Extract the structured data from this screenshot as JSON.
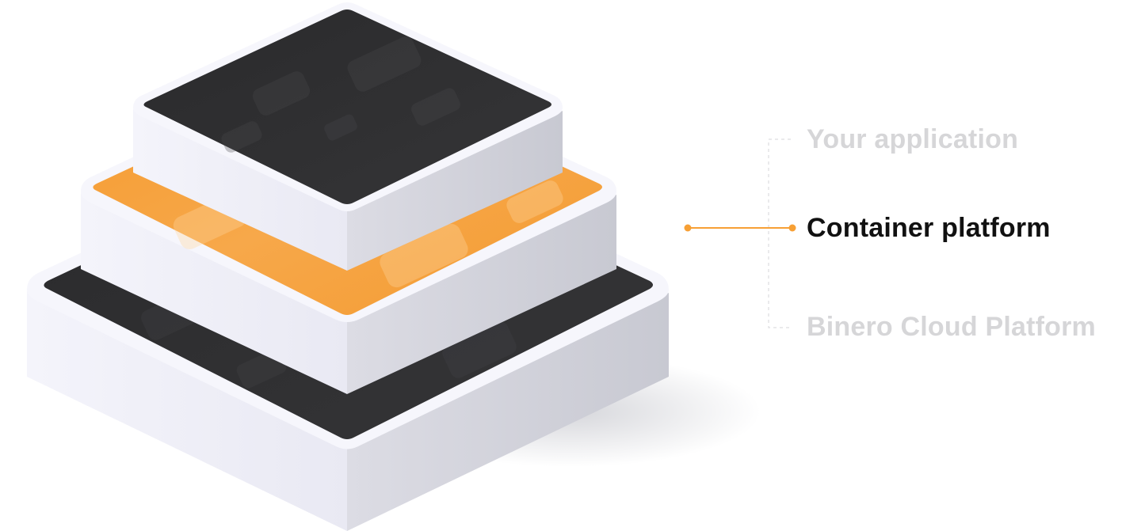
{
  "layers": [
    {
      "label": "Your application",
      "state": "inactive"
    },
    {
      "label": "Container platform",
      "state": "active"
    },
    {
      "label": "Binero Cloud Platform",
      "state": "inactive"
    }
  ],
  "colors": {
    "accent": "#f7a035",
    "accent_dark": "#e88c20",
    "dark_tile": "#2b2b2d",
    "side_light": "#f3f3fa",
    "side_dark": "#cfd0d8",
    "inactive_text": "#d6d6d8",
    "active_text": "#111111",
    "bracket_line": "#e3e3e6"
  },
  "icons": {
    "connector": "orange-dot-connector-icon"
  }
}
